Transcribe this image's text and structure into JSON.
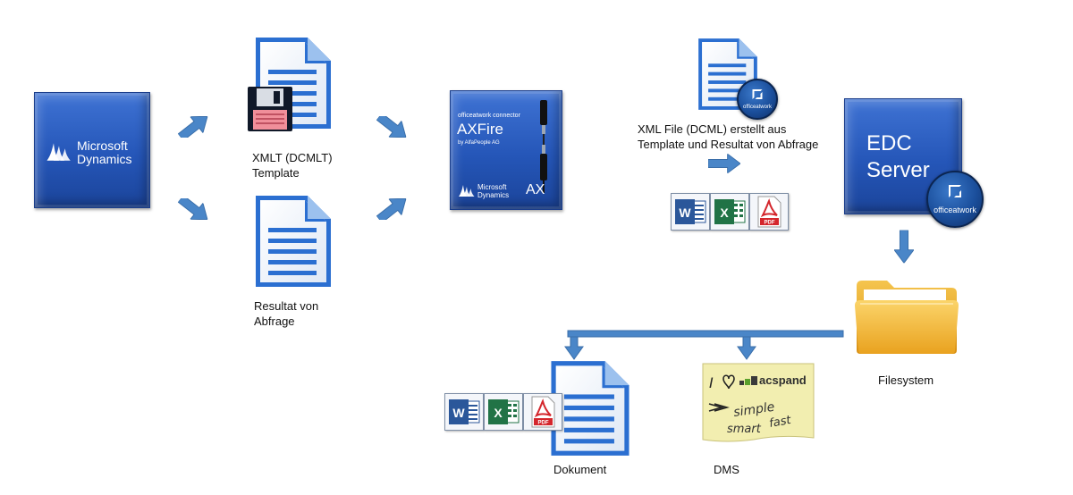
{
  "ms_dynamics_box": {
    "line1": "Microsoft",
    "line2": "Dynamics"
  },
  "xmlt_label": {
    "line1": "XMLT (DCMLT)",
    "line2": "Template"
  },
  "resultat_label": {
    "line1": "Resultat von",
    "line2": "Abfrage"
  },
  "axfire": {
    "connector": "officeatwork connector",
    "title": "AXFire",
    "by": "by AlfaPeople AG",
    "ms_line1": "Microsoft",
    "ms_line2": "Dynamics",
    "ax": "AX"
  },
  "xml_label": {
    "line1": "XML File (DCML) erstellt aus",
    "line2": "Template und Resultat von Abfrage"
  },
  "badge_text": "officeatwork",
  "edc": {
    "line1": "EDC",
    "line2": "Server"
  },
  "filesystem_label": "Filesystem",
  "dokument_label": "Dokument",
  "dms_label": "DMS",
  "sticky_note": {
    "line1_i": "I",
    "brand": "acspand",
    "line2": "simple",
    "line3a": "smart",
    "line3b": "fast"
  },
  "office_tiles": {
    "word": "W",
    "excel": "X",
    "pdf": "PDF"
  },
  "colors": {
    "blue_box": "#2556b8",
    "arrow": "#4a86c8",
    "doc_blue": "#2b6fd1",
    "folder": "#f4b63a"
  }
}
